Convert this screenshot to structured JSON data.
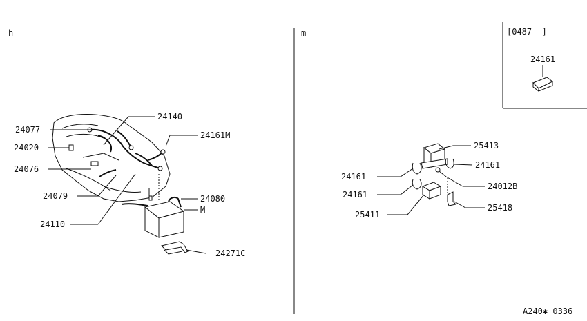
{
  "left_panel": {
    "section_mark": "h",
    "labels": {
      "p24140": "24140",
      "p24077": "24077",
      "p24161M": "24161M",
      "p24020": "24020",
      "p24076": "24076",
      "p24079": "24079",
      "p24080": "24080",
      "pM": "M",
      "p24110": "24110",
      "p24271C": "24271C"
    }
  },
  "right_panel": {
    "section_mark": "m",
    "inset": {
      "date_range": "[0487-  ]",
      "part": "24161"
    },
    "labels": {
      "p25413": "25413",
      "p24161a": "24161",
      "p24161b": "24161",
      "p24161c": "24161",
      "p24012B": "24012B",
      "p25411": "25411",
      "p25418": "25418"
    }
  },
  "footer": {
    "ref_code": "A240✱ 0336"
  }
}
